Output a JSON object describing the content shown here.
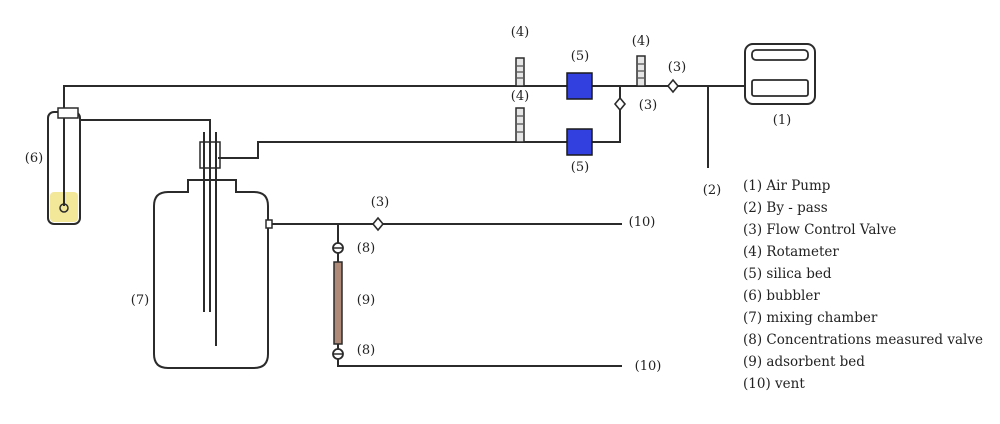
{
  "callouts": {
    "n4_top": "(4)",
    "n4_mid": "(4)",
    "n4_right": "(4)",
    "n5_top": "(5)",
    "n5_bottom": "(5)",
    "n3_top": "(3)",
    "n3_mid": "(3)",
    "n3_lower": "(3)",
    "n1": "(1)",
    "n2": "(2)",
    "n6": "(6)",
    "n7": "(7)",
    "n8_top": "(8)",
    "n8_bottom": "(8)",
    "n9": "(9)",
    "n10_top": "(10)",
    "n10_bottom": "(10)"
  },
  "legend": [
    "(1) Air Pump",
    "(2) By - pass",
    "(3) Flow Control Valve",
    "(4) Rotameter",
    "(5) silica bed",
    "(6) bubbler",
    "(7) mixing chamber",
    "(8) Concentrations measured valve",
    "(9) adsorbent bed",
    "(10) vent"
  ],
  "colors": {
    "line": "#2b2b2b",
    "silica": "#3340e0",
    "bubbler_liquid": "#f3e79a",
    "adsorbent": "#b08a78"
  }
}
